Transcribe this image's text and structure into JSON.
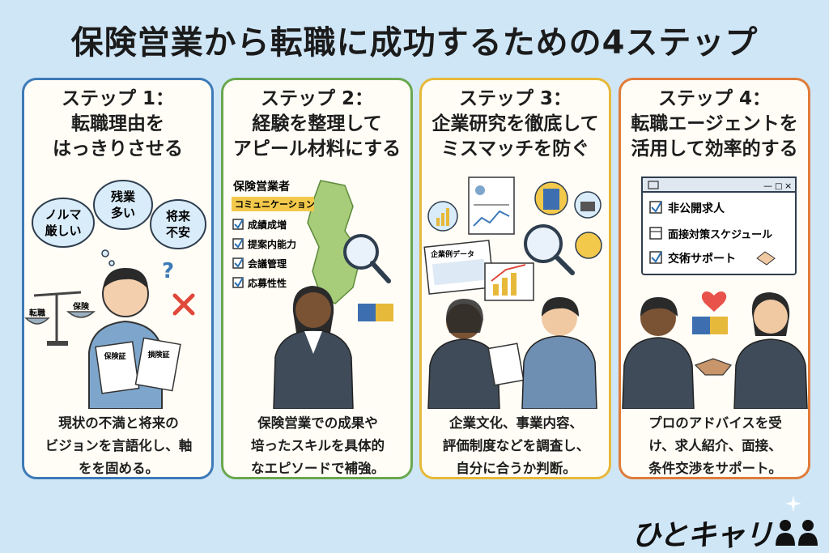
{
  "title": "保険営業から転職に成功するための4ステップ",
  "steps": [
    {
      "head1": "ステップ 1：",
      "head2": "転職理由を",
      "head3": "はっきりさせる",
      "clouds": [
        "ノルマ厳しい",
        "残業多い",
        "将来不安"
      ],
      "cloud_lines": [
        [
          "ノルマ",
          "厳しい"
        ],
        [
          "残業",
          "多い"
        ],
        [
          "将来",
          "不安"
        ]
      ],
      "scale_labels": [
        "転職",
        "保険"
      ],
      "paper_labels": [
        "保険証",
        "損険証"
      ],
      "desc1": "現状の不満と将来の",
      "desc2": "ビジョンを言語化し、軸",
      "desc3": "をを固める。"
    },
    {
      "head1": "ステップ 2：",
      "head2": "経験を整理して",
      "head3": "アピール材料にする",
      "board_title": "保険営業者",
      "board_tag": "コミュニケーション",
      "checks": [
        "成績成増",
        "提案内能力",
        "会議管理",
        "応募性性"
      ],
      "desc1": "保険営業での成果や",
      "desc2": "培ったスキルを具体的",
      "desc3": "なエピソードで補強。"
    },
    {
      "head1": "ステップ 3：",
      "head2": "企業研究を徹底して",
      "head3": "ミスマッチを防ぐ",
      "doc_label": "企業例データ",
      "desc1": "企業文化、事業内容、",
      "desc2": "評価制度などを調査し、",
      "desc3": "自分に合うか判断。"
    },
    {
      "head1": "ステップ 4：",
      "head2": "転職エージェントを",
      "head3": "活用して効率的する",
      "window_items": [
        "非公開求人",
        "面接対策スケジュール",
        "交術サポート"
      ],
      "desc1": "プロのアドバイスを受",
      "desc2": "け、求人紹介、面接、",
      "desc3": "条件交渉をサポート。"
    }
  ],
  "logo": "ひとキャリ",
  "colors": {
    "background": "#cfe6f7",
    "card1": "#3d7ab8",
    "card2": "#6aa84f",
    "card3": "#e7b93a",
    "card4": "#e07c3a",
    "cross": "#e0483a",
    "heart": "#e8524a"
  }
}
